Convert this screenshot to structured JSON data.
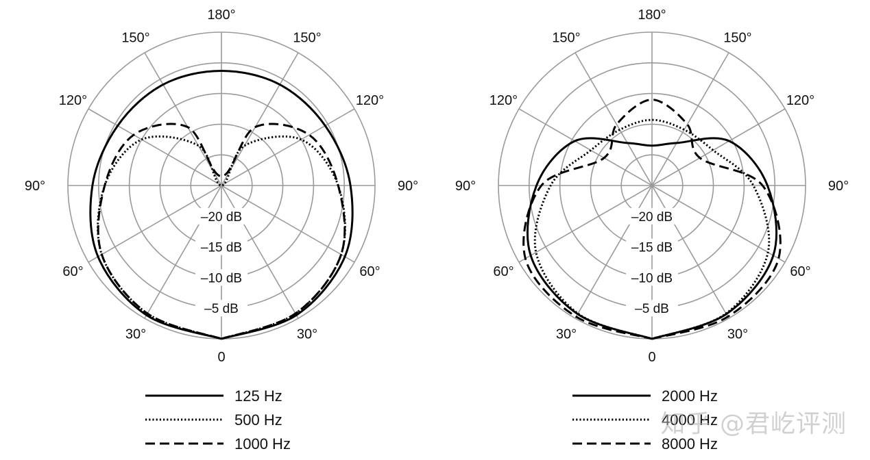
{
  "watermark": "知乎 @君屹评测",
  "chart_data": [
    {
      "type": "polar",
      "angle_labels": [
        {
          "angle": 180,
          "text": "180°"
        },
        {
          "angle": 150,
          "text": "150°"
        },
        {
          "angle": -150,
          "text": "150°"
        },
        {
          "angle": 120,
          "text": "120°"
        },
        {
          "angle": -120,
          "text": "120°"
        },
        {
          "angle": 90,
          "text": "90°"
        },
        {
          "angle": -90,
          "text": "90°"
        },
        {
          "angle": 60,
          "text": "60°"
        },
        {
          "angle": -60,
          "text": "60°"
        },
        {
          "angle": 30,
          "text": "30°"
        },
        {
          "angle": -30,
          "text": "30°"
        },
        {
          "angle": 0,
          "text": "0"
        }
      ],
      "radial_labels": [
        "–20 dB",
        "–15 dB",
        "–10 dB",
        "–5 dB"
      ],
      "r_range_db": [
        -25,
        0
      ],
      "r_step_db": 5,
      "series": [
        {
          "name": "125 Hz",
          "style": "solid",
          "color": "#000000",
          "theta": [
            0,
            30,
            60,
            90,
            120,
            150,
            180
          ],
          "r": [
            0,
            -0.6,
            -1.8,
            -4.0,
            -5.5,
            -6.0,
            -6.3
          ]
        },
        {
          "name": "500 Hz",
          "style": "dotted",
          "color": "#000000",
          "theta": [
            0,
            30,
            60,
            90,
            120,
            150,
            180
          ],
          "r": [
            0,
            -0.9,
            -2.5,
            -6.0,
            -10.0,
            -17.5,
            -25.0
          ]
        },
        {
          "name": "1000 Hz",
          "style": "dashed",
          "color": "#000000",
          "theta": [
            0,
            30,
            60,
            90,
            120,
            150,
            180
          ],
          "r": [
            0,
            -0.9,
            -2.5,
            -6.0,
            -8.5,
            -14.0,
            -23.5
          ]
        }
      ]
    },
    {
      "type": "polar",
      "angle_labels": [
        {
          "angle": 180,
          "text": "180°"
        },
        {
          "angle": 150,
          "text": "150°"
        },
        {
          "angle": -150,
          "text": "150°"
        },
        {
          "angle": 120,
          "text": "120°"
        },
        {
          "angle": -120,
          "text": "120°"
        },
        {
          "angle": 90,
          "text": "90°"
        },
        {
          "angle": -90,
          "text": "90°"
        },
        {
          "angle": 60,
          "text": "60°"
        },
        {
          "angle": -60,
          "text": "60°"
        },
        {
          "angle": 30,
          "text": "30°"
        },
        {
          "angle": -30,
          "text": "30°"
        },
        {
          "angle": 0,
          "text": "0"
        }
      ],
      "radial_labels": [
        "–20 dB",
        "–15 dB",
        "–10 dB",
        "–5 dB"
      ],
      "r_range_db": [
        -25,
        0
      ],
      "r_step_db": 5,
      "series": [
        {
          "name": "2000 Hz",
          "style": "solid",
          "color": "#000000",
          "theta": [
            0,
            30,
            60,
            90,
            120,
            150,
            180
          ],
          "r": [
            0,
            -0.8,
            -2.2,
            -6.2,
            -10.5,
            -17.0,
            -18.5
          ]
        },
        {
          "name": "4000 Hz",
          "style": "dotted",
          "color": "#000000",
          "theta": [
            0,
            30,
            60,
            90,
            120,
            150,
            180
          ],
          "r": [
            0,
            -0.9,
            -3.2,
            -8.5,
            -13.5,
            -14.5,
            -14.3
          ]
        },
        {
          "name": "8000 Hz",
          "style": "dashed",
          "color": "#000000",
          "theta": [
            0,
            30,
            60,
            90,
            120,
            150,
            180
          ],
          "r": [
            0,
            -0.3,
            -1.2,
            -7.0,
            -16.0,
            -13.5,
            -11.0
          ]
        }
      ]
    }
  ]
}
